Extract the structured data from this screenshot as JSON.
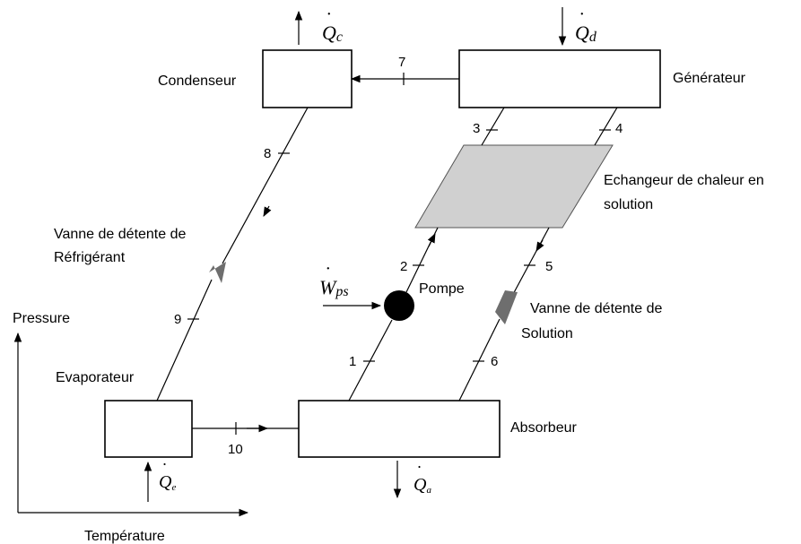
{
  "components": {
    "condenseur": "Condenseur",
    "generateur": "Générateur",
    "evaporateur": "Evaporateur",
    "absorbeur": "Absorbeur",
    "echangeur_line1": "Echangeur de chaleur en",
    "echangeur_line2": "solution",
    "pompe": "Pompe",
    "vanne_refrig_line1": "Vanne de détente de",
    "vanne_refrig_line2": "Réfrigérant",
    "vanne_solution_line1": "Vanne de détente de",
    "vanne_solution_line2": "Solution"
  },
  "heat_flows": {
    "qc": {
      "symbol": "Q",
      "sub": "c"
    },
    "qd": {
      "symbol": "Q",
      "sub": "d"
    },
    "qe": {
      "symbol": "Q",
      "sub": "e"
    },
    "qa": {
      "symbol": "Q",
      "sub": "a"
    },
    "wps": {
      "symbol": "W",
      "sub": "ps"
    }
  },
  "state_points": [
    "1",
    "2",
    "3",
    "4",
    "5",
    "6",
    "7",
    "8",
    "9",
    "10"
  ],
  "axes": {
    "y_label": "Pressure",
    "x_label": "Température"
  },
  "colors": {
    "line": "#000000",
    "exchanger_fill": "#d0d0d0",
    "valve_fill": "#6e6e6e",
    "pump_fill": "#000000"
  }
}
